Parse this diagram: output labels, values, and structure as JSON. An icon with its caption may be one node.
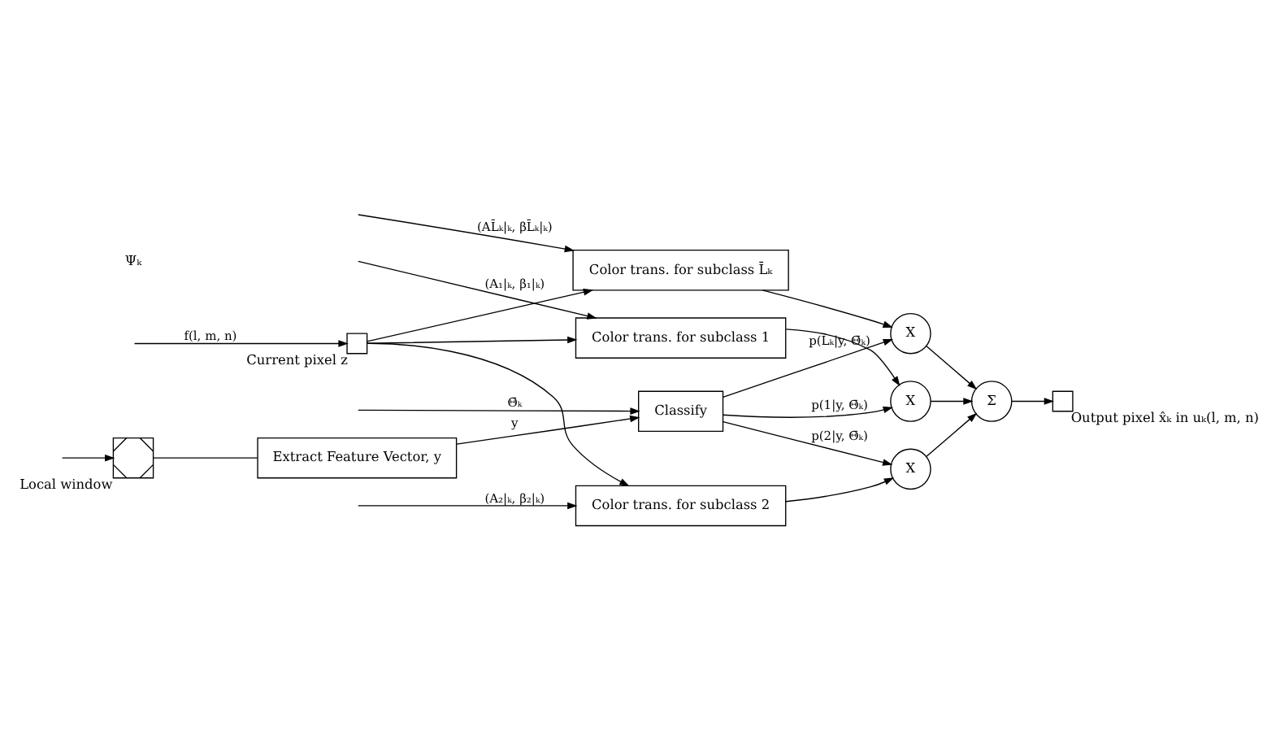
{
  "diagram": {
    "nodes": [
      {
        "text": [],
        "shape": "box",
        "beside": [
          "Current pixel z"
        ]
      },
      {
        "text": [
          "Color trans. for subclass 1"
        ]
      },
      {
        "text": [
          "Color trans. for subclass 2"
        ]
      },
      {
        "text": [
          "Color trans. for subclass L̄ₖ"
        ]
      },
      {
        "text": [],
        "shape": "picture",
        "beside": [
          "Local window"
        ]
      },
      {
        "text": [
          "Extract Feature Vector, y"
        ]
      },
      {
        "text": [
          "Classify"
        ]
      },
      {
        "text": [
          "X"
        ]
      },
      {
        "text": [
          "X"
        ]
      },
      {
        "text": [
          "X"
        ]
      },
      {
        "text": [
          "Σ"
        ]
      },
      {
        "text": [],
        "shape": "box",
        "beside": [
          "Output pixel x̂ₖ in uₖ(l, m, n)"
        ]
      }
    ],
    "edges": [
      {
        "from": null,
        "to": 0,
        "arrow": "to",
        "label": "f(l, m, n)"
      },
      {
        "from": null,
        "to": 4,
        "arrow": "to"
      },
      {
        "from": 0,
        "to": 1,
        "arrow": "to"
      },
      {
        "from": 0,
        "to": 2,
        "arrow": "to"
      },
      {
        "from": 0,
        "to": 3,
        "arrow": "to"
      },
      {
        "from": null,
        "to": 1,
        "arrow": "to",
        "label": "(A₁|ₖ, β₁|ₖ)"
      },
      {
        "from": null,
        "to": 2,
        "arrow": "to",
        "label": "(A₂|ₖ, β₂|ₖ)"
      },
      {
        "from": null,
        "to": 3,
        "arrow": "to",
        "label": "(AL̄ₖ|ₖ, βL̄ₖ|ₖ)"
      },
      {
        "from": 4,
        "to": 5,
        "arrow": "none"
      },
      {
        "from": 5,
        "to": 6,
        "arrow": "to",
        "label": "y"
      },
      {
        "from": null,
        "to": 6,
        "arrow": "to",
        "label": "Θ̄ₖ"
      },
      {
        "from": 1,
        "to": 7,
        "arrow": "to"
      },
      {
        "from": 2,
        "to": 8,
        "arrow": "to"
      },
      {
        "from": 3,
        "to": 9,
        "arrow": "to"
      },
      {
        "from": 6,
        "to": 7,
        "arrow": "to",
        "label": "p(1|y, Θ̄ₖ)"
      },
      {
        "from": 6,
        "to": 8,
        "arrow": "to",
        "label": "p(2|y, Θ̄ₖ)"
      },
      {
        "from": 6,
        "to": 9,
        "arrow": "to",
        "label": "p(L̄ₖ|y, Θ̄ₖ)"
      },
      {
        "from": 7,
        "to": 10,
        "arrow": "to"
      },
      {
        "from": 8,
        "to": 10,
        "arrow": "to"
      },
      {
        "from": 9,
        "to": 10,
        "arrow": "to"
      },
      {
        "from": 10,
        "to": 11,
        "arrow": "to"
      }
    ],
    "labels": [
      "Ψₖ"
    ]
  }
}
